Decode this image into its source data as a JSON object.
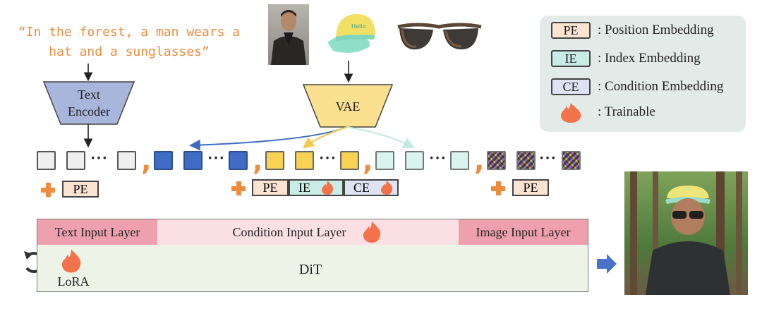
{
  "prompt": "“In the forest, a man wears a hat and a sunglasses”",
  "text_encoder": "Text\nEncoder",
  "vae": "VAE",
  "legend": {
    "pe_box": "PE",
    "pe_desc": ": Position Embedding",
    "ie_box": "IE",
    "ie_desc": ": Index Embedding",
    "ce_box": "CE",
    "ce_desc": ": Condition Embedding",
    "trainable_desc": ": Trainable"
  },
  "tokens": {
    "dots": "···",
    "comma": ","
  },
  "embeddings": {
    "pe": "PE",
    "ie": "IE",
    "ce": "CE"
  },
  "layers": {
    "text_input": "Text Input Layer",
    "condition_input": "Condition Input Layer",
    "image_input": "Image Input Layer",
    "dit": "DiT",
    "lora": "LoRA"
  },
  "colors": {
    "accent_orange": "#f08a3c",
    "token_blue": "#3f6cc4",
    "token_yellow": "#f7d253",
    "token_cyan": "#d9f3ef",
    "pe_fill": "#fbe3d2",
    "ie_fill": "#c8ece6",
    "ce_fill": "#dde3f3",
    "encoder_fill": "#a9b6dc",
    "vae_fill": "#fbe08f",
    "layer_pink": "#eea1ad",
    "layer_light_pink": "#fbe0e3",
    "dit_fill": "#eef3e8"
  }
}
